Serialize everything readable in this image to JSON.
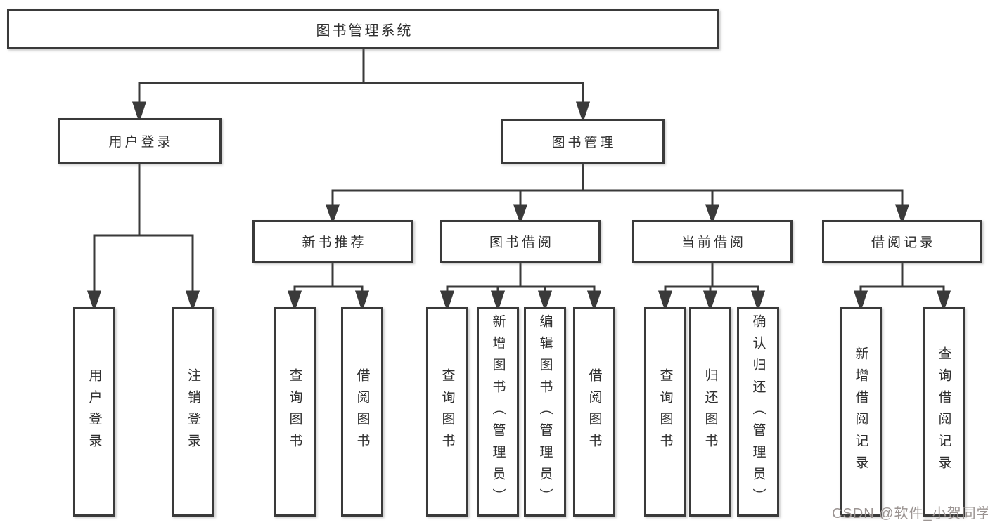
{
  "diagram": {
    "root": {
      "label": "图书管理系统"
    },
    "level2": {
      "user_login": {
        "label": "用户登录"
      },
      "book_management": {
        "label": "图书管理"
      }
    },
    "level3": {
      "new_book": {
        "label": "新书推荐"
      },
      "book_borrow": {
        "label": "图书借阅"
      },
      "current_borrow": {
        "label": "当前借阅"
      },
      "borrow_records": {
        "label": "借阅记录"
      }
    },
    "leaves": {
      "user_login": {
        "label": "用户登录"
      },
      "logout": {
        "label": "注销登录"
      },
      "newbook_query": {
        "label": "查询图书"
      },
      "newbook_borrow": {
        "label": "借阅图书"
      },
      "borrow_query": {
        "label": "查询图书"
      },
      "borrow_add": {
        "label": "新增图书（管理员）"
      },
      "borrow_edit": {
        "label": "编辑图书（管理员）"
      },
      "borrow_borrow": {
        "label": "借阅图书"
      },
      "current_query": {
        "label": "查询图书"
      },
      "current_return": {
        "label": "归还图书"
      },
      "current_confirm": {
        "label": "确认归还（管理员）"
      },
      "records_add": {
        "label": "新增借阅记录"
      },
      "records_query": {
        "label": "查询借阅记录"
      }
    },
    "watermark": {
      "text": "CSDN @软件_小贺同学",
      "color": "#9b9492"
    },
    "colors": {
      "line": "#3a3a3a",
      "text": "#2f2f2f",
      "box_background": "#ffffff",
      "page_background": "#ffffff"
    }
  }
}
